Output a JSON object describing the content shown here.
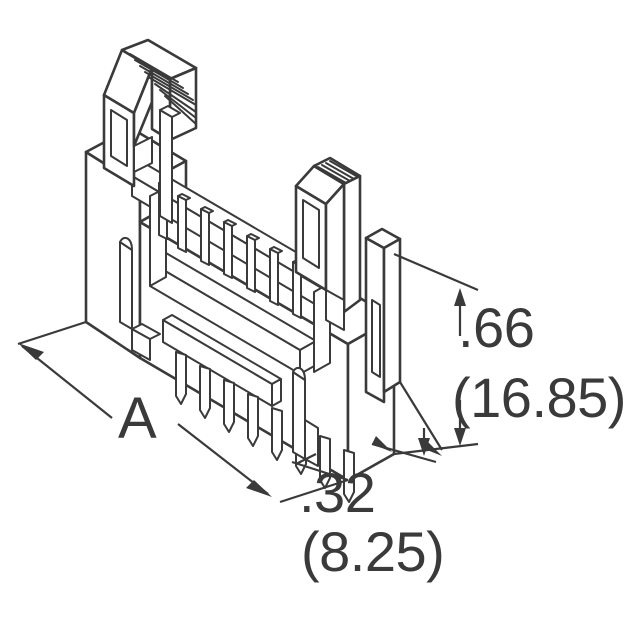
{
  "drawing": {
    "title": "Box header connector isometric outline drawing",
    "subject": "shrouded pin header with ejector latches",
    "view": "isometric",
    "line_color": "#3a3a3a",
    "fill_color": "#ffffff",
    "background_color": "#ffffff",
    "pin_tail_count": 8,
    "shroud_pin_count": 8
  },
  "dimensions": {
    "length": {
      "label": "A",
      "name": "overall-length",
      "type": "variable"
    },
    "height": {
      "inches": ".66",
      "millimeters": "(16.85)",
      "name": "overall-height"
    },
    "depth": {
      "inches": ".32",
      "millimeters": "(8.25)",
      "name": "overall-depth"
    }
  }
}
